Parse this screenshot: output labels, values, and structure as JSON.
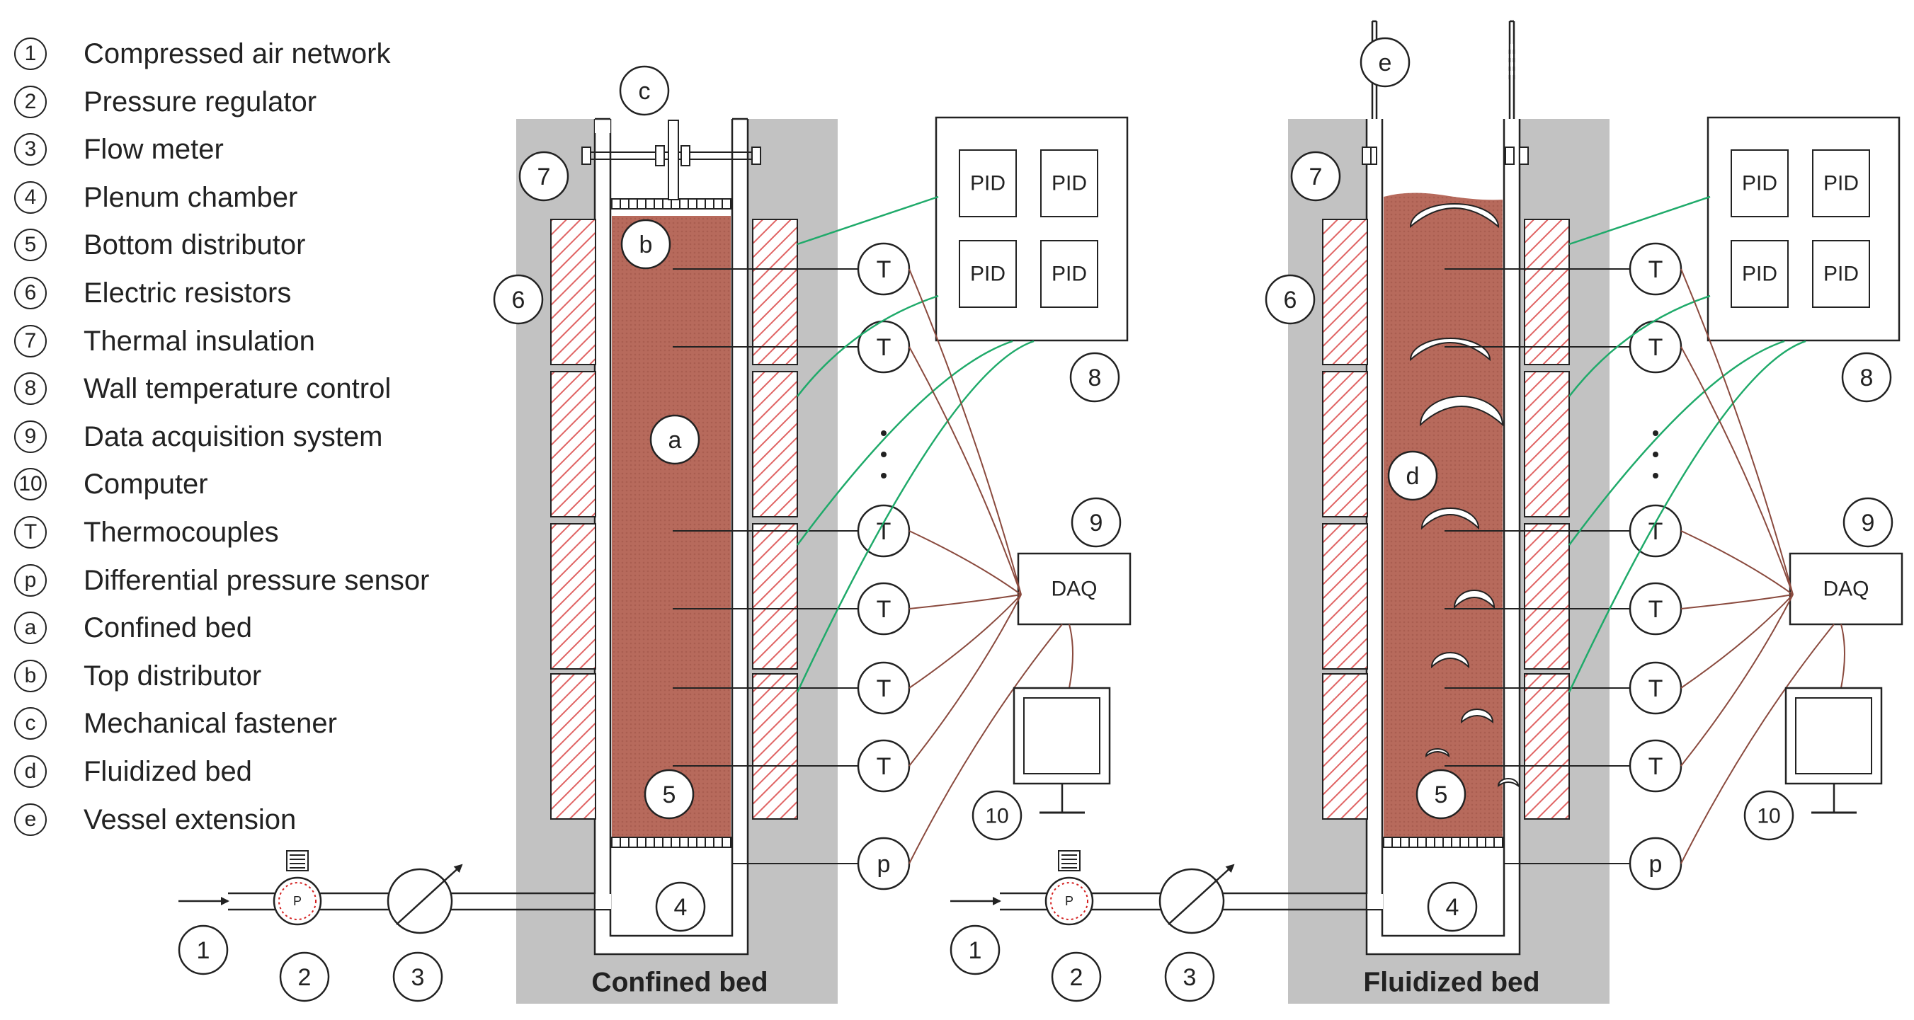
{
  "legend": [
    {
      "marker": "1",
      "label": "Compressed air network"
    },
    {
      "marker": "2",
      "label": "Pressure regulator"
    },
    {
      "marker": "3",
      "label": "Flow meter"
    },
    {
      "marker": "4",
      "label": "Plenum chamber"
    },
    {
      "marker": "5",
      "label": "Bottom distributor"
    },
    {
      "marker": "6",
      "label": "Electric resistors"
    },
    {
      "marker": "7",
      "label": "Thermal insulation"
    },
    {
      "marker": "8",
      "label": "Wall temperature control"
    },
    {
      "marker": "9",
      "label": "Data acquisition system"
    },
    {
      "marker": "10",
      "label": "Computer"
    },
    {
      "marker": "T",
      "label": "Thermocouples"
    },
    {
      "marker": "p",
      "label": "Differential pressure sensor"
    },
    {
      "marker": "a",
      "label": "Confined bed"
    },
    {
      "marker": "b",
      "label": "Top distributor"
    },
    {
      "marker": "c",
      "label": "Mechanical fastener"
    },
    {
      "marker": "d",
      "label": "Fluidized bed"
    },
    {
      "marker": "e",
      "label": "Vessel extension"
    }
  ],
  "panels": {
    "confined": {
      "caption": "Confined bed"
    },
    "fluidized": {
      "caption": "Fluidized bed"
    }
  },
  "labels": {
    "n1": "1",
    "n2": "2",
    "n3": "3",
    "n4": "4",
    "n5": "5",
    "n6": "6",
    "n7": "7",
    "n8": "8",
    "n9": "9",
    "n10": "10",
    "a": "a",
    "b": "b",
    "c": "c",
    "d": "d",
    "e": "e",
    "T": "T",
    "p": "p",
    "pid": "PID",
    "daq": "DAQ"
  },
  "pressure_gauge_letter": "P",
  "colors": {
    "insulation": "#c2c2c2",
    "bed": "#b76a5c",
    "heater_hatch": "#e06464",
    "thermocouple_wire": "#8a4a3e",
    "control_wire": "#1faa6a",
    "gauge": "#d42020",
    "outline": "#222222"
  }
}
